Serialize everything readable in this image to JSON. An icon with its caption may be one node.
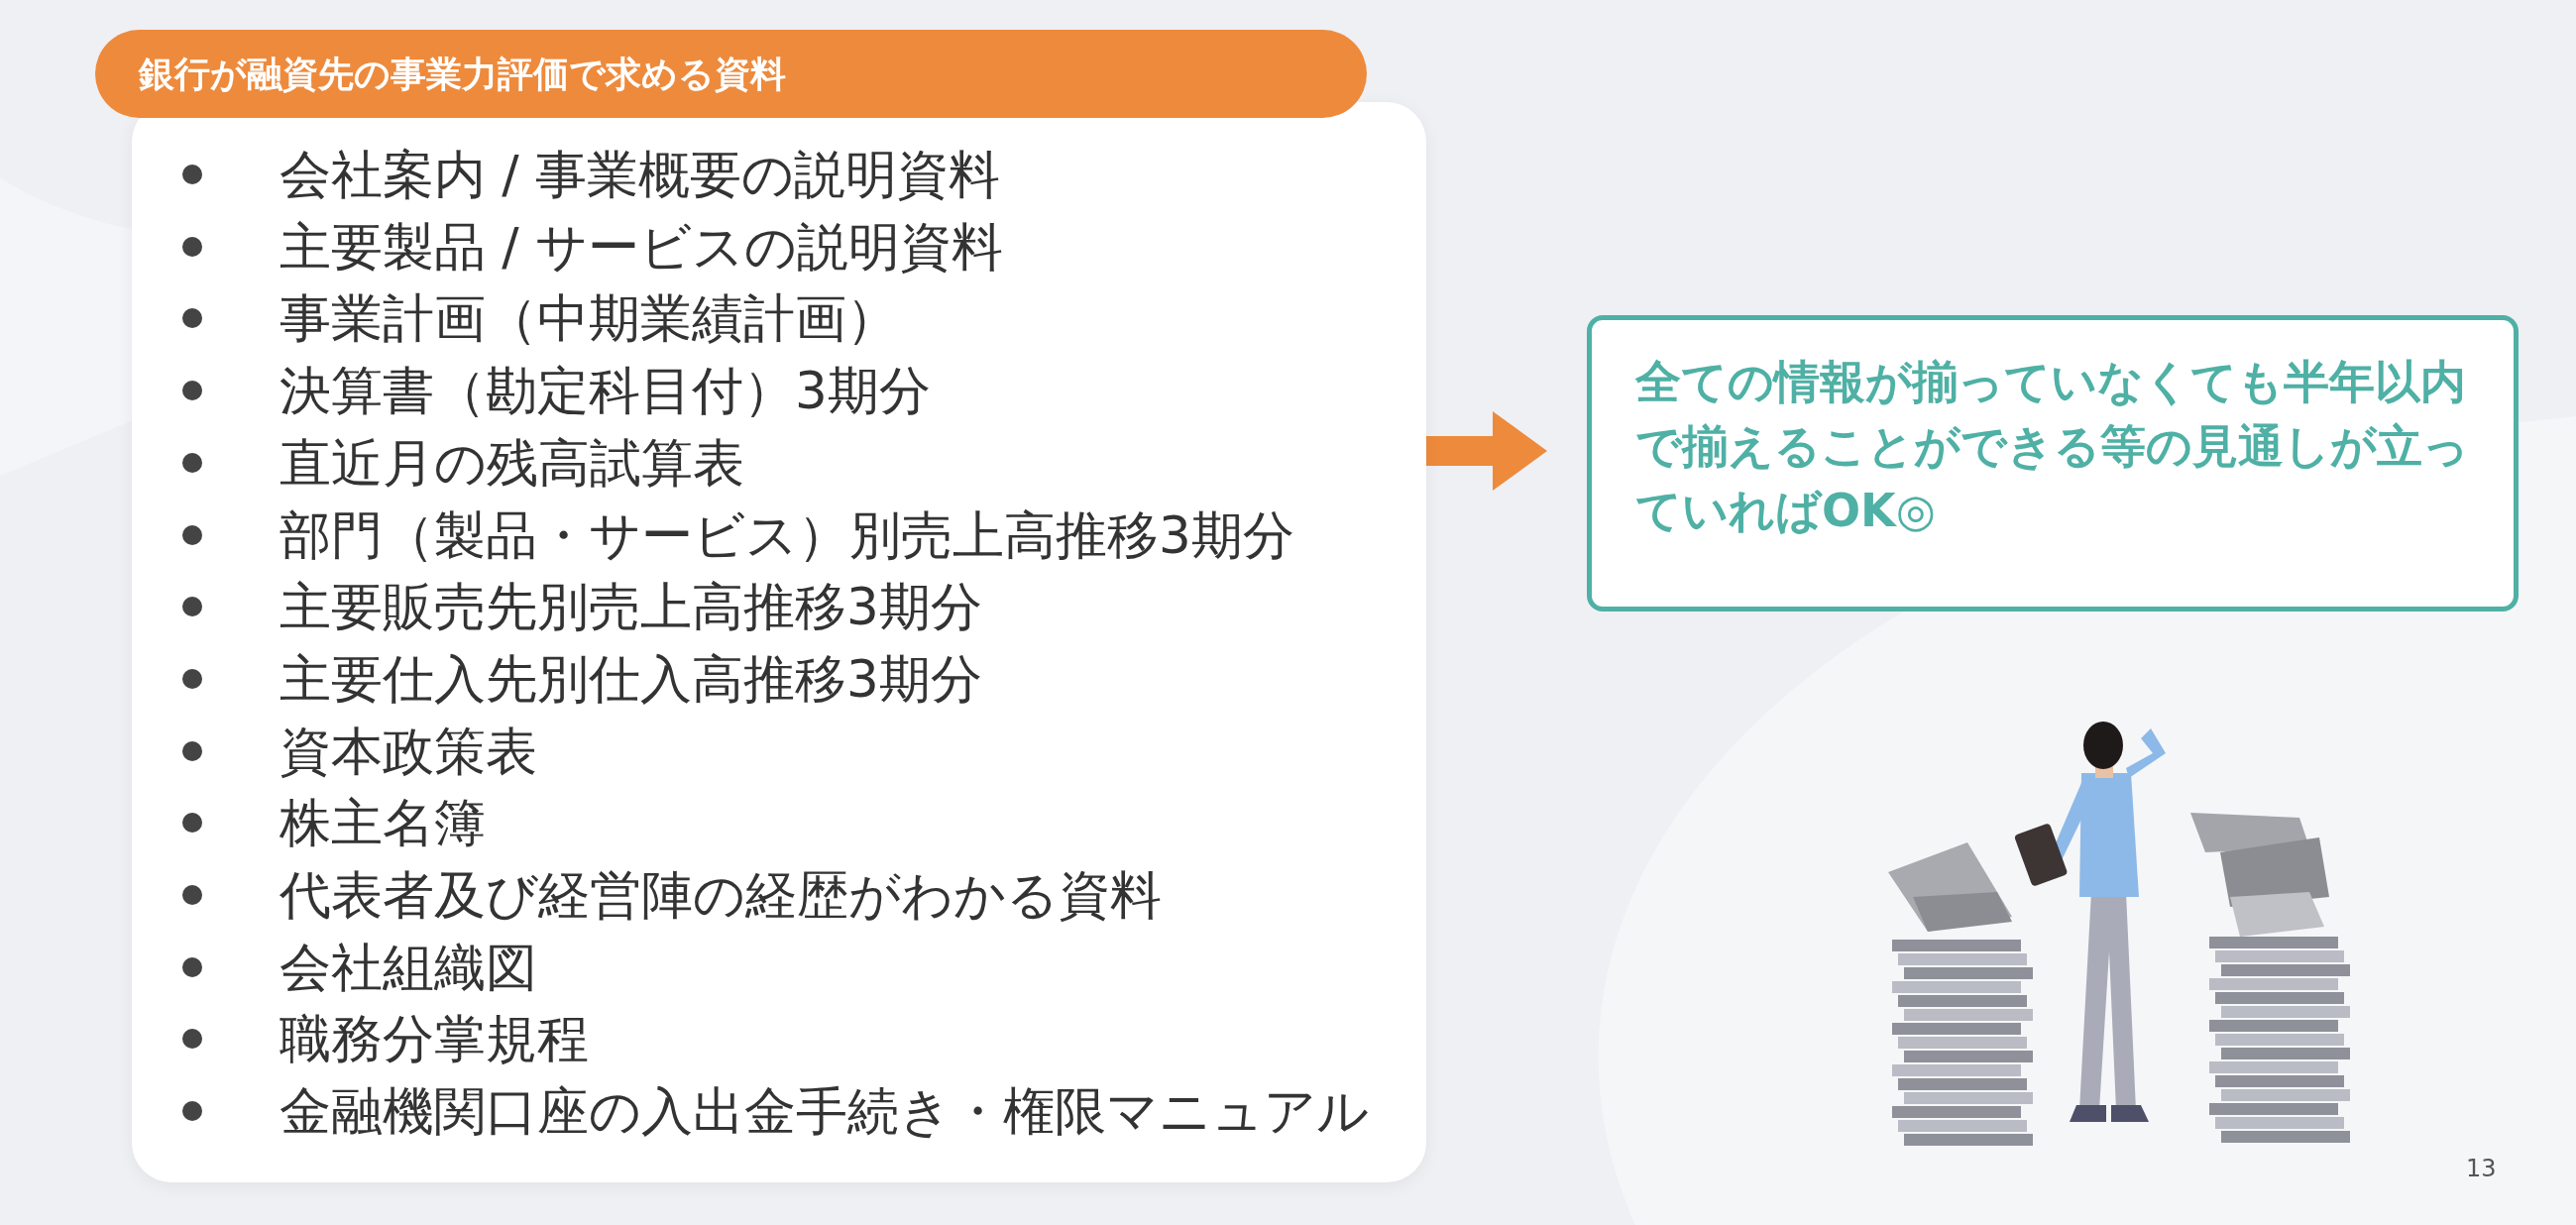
{
  "diagram": {
    "nodes": [
      {
        "text": [
          "銀行が融資先の事業力評価で求める資料",
          "会社案内 / 事業概要の説明資料",
          "主要製品 / サービスの説明資料",
          "事業計画（中期業績計画）",
          "決算書（勘定科目付）3期分",
          "直近月の残高試算表",
          "部門（製品・サービス）別売上高推移3期分",
          "主要販売先別売上高推移3期分",
          "主要仕入先別仕入高推移3期分",
          "資本政策表",
          "株主名簿",
          "代表者及び経営陣の経歴がわかる資料",
          "会社組織図",
          "職務分掌規程",
          "金融機関口座の入出金手続き・権限マニュアル"
        ]
      },
      {
        "text": [
          "全ての情報が揃っていなくても半年以内で揃えることができる等の見通しが立っていればOK◎"
        ]
      }
    ],
    "edges": [
      {
        "from": 0,
        "to": 1,
        "arrow": "to"
      }
    ],
    "labels": [
      "13"
    ]
  }
}
